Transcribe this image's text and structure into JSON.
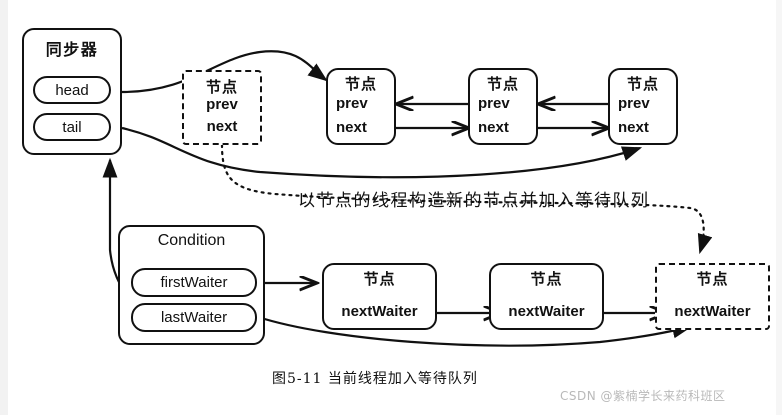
{
  "diagram": {
    "caption": "图5-11  当前线程加入等待队列",
    "annotation": "以节点的线程构造新的节点并加入等待队列",
    "watermark": "CSDN @紫楠学长来药科班区",
    "sync": {
      "title": "同步器",
      "head_label": "head",
      "tail_label": "tail"
    },
    "condition": {
      "title": "Condition",
      "first_waiter_label": "firstWaiter",
      "last_waiter_label": "lastWaiter"
    },
    "node_label": "节点",
    "fields": {
      "prev": "prev",
      "next": "next",
      "next_waiter": "nextWaiter"
    },
    "sync_nodes": [
      {
        "title": "节点",
        "prev": "prev",
        "next": "next",
        "style": "dashed"
      },
      {
        "title": "节点",
        "prev": "prev",
        "next": "next",
        "style": "solid"
      },
      {
        "title": "节点",
        "prev": "prev",
        "next": "next",
        "style": "solid"
      },
      {
        "title": "节点",
        "prev": "prev",
        "next": "next",
        "style": "solid"
      }
    ],
    "waiter_nodes": [
      {
        "title": "节点",
        "field": "nextWaiter",
        "style": "solid"
      },
      {
        "title": "节点",
        "field": "nextWaiter",
        "style": "solid"
      },
      {
        "title": "节点",
        "field": "nextWaiter",
        "style": "dashed"
      }
    ],
    "colors": {
      "stroke": "#111111",
      "background": "#ffffff",
      "watermark": "#b9b9b9"
    }
  }
}
